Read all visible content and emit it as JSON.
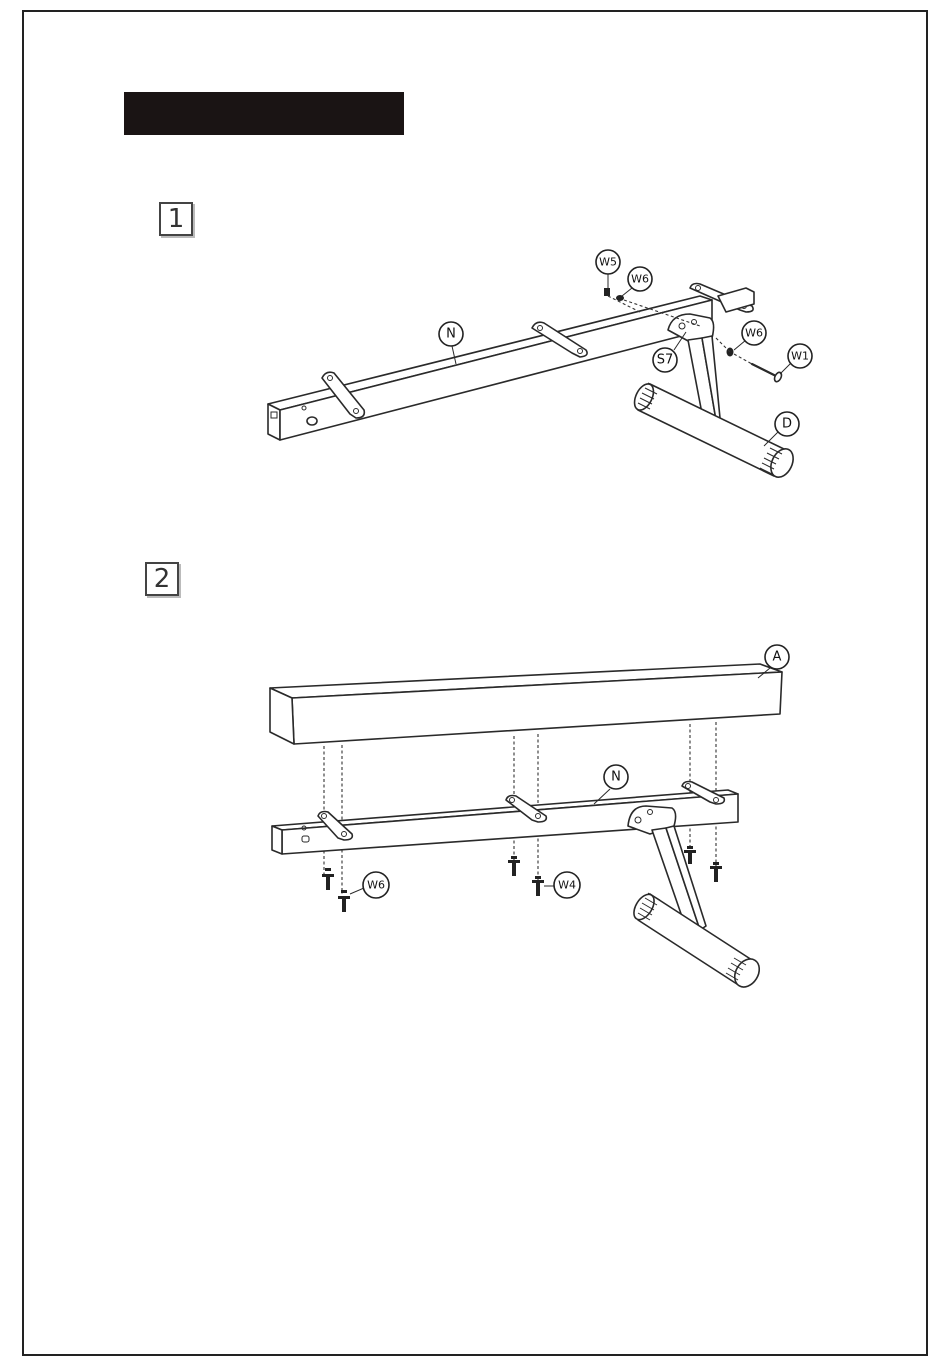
{
  "steps": [
    {
      "number": "1"
    },
    {
      "number": "2"
    }
  ],
  "step1_parts": {
    "W5": "W5",
    "W6a": "W6",
    "W6b": "W6",
    "W1": "W1",
    "N": "N",
    "S7": "S7",
    "D": "D"
  },
  "step2_parts": {
    "A": "A",
    "N": "N",
    "W6": "W6",
    "W4": "W4"
  }
}
